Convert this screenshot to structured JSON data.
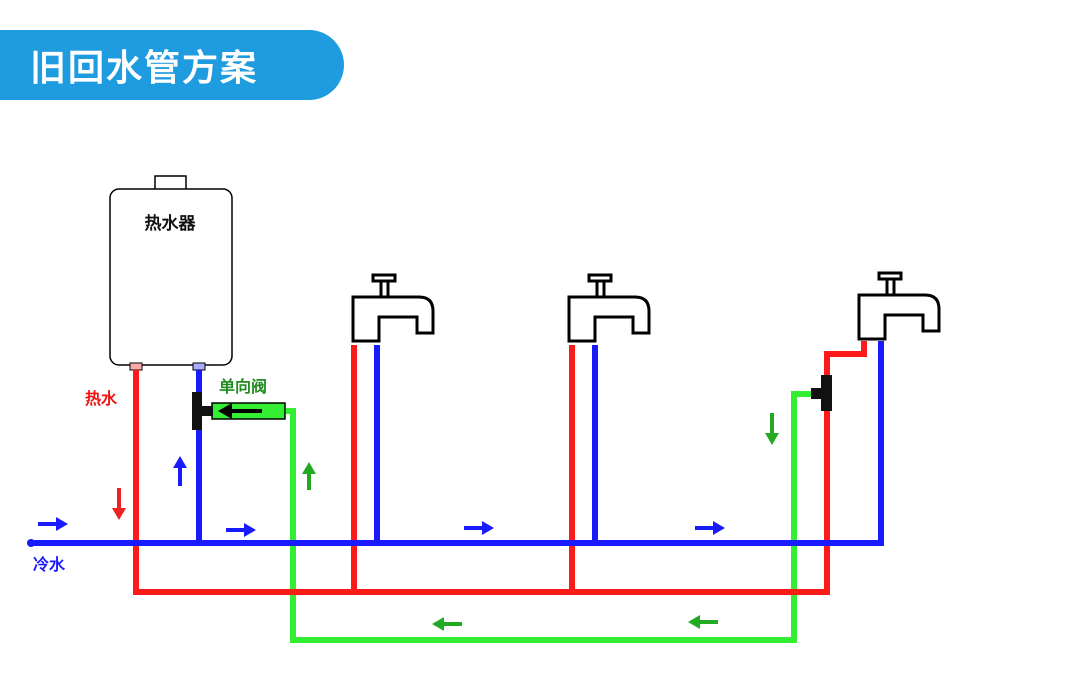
{
  "title": "旧回水管方案",
  "labels": {
    "heater": "热水器",
    "hot_water": "热水",
    "cold_water": "冷水",
    "check_valve": "单向阀"
  },
  "colors": {
    "banner": "#1f9be0",
    "hot": "#ff1a1a",
    "cold": "#1a1aff",
    "return": "#33ee33",
    "return_arrow": "#22aa22",
    "valve_text": "#228b22",
    "fitting": "#111111"
  },
  "icons": [
    "water-heater-icon",
    "faucet-icon",
    "check-valve-icon",
    "tee-fitting-icon",
    "flow-arrow-icon"
  ]
}
